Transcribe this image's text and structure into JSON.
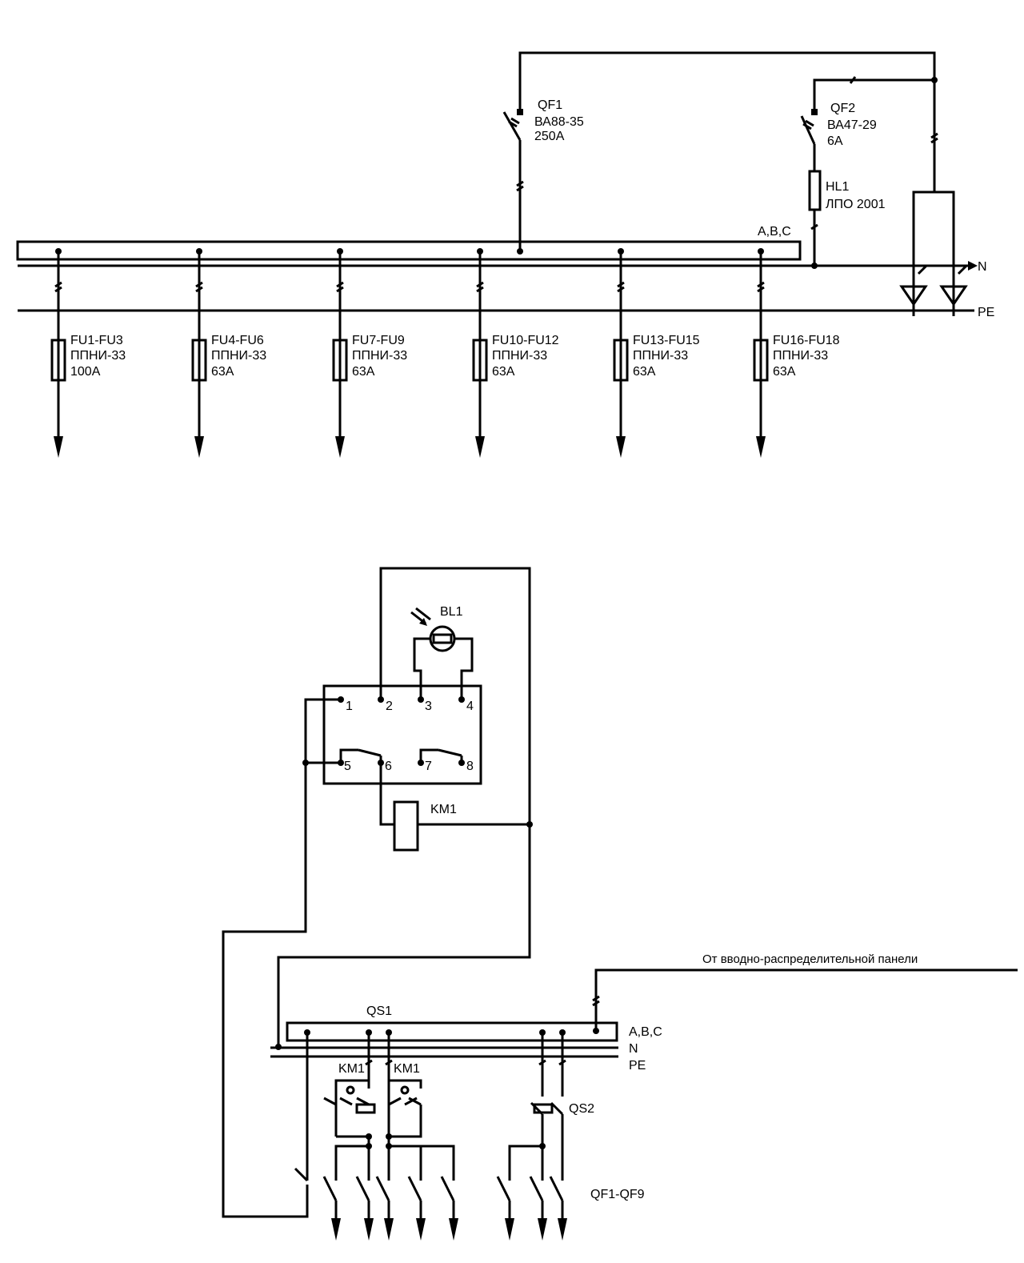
{
  "top": {
    "qf1": {
      "name": "QF1",
      "type": "ВА88-35",
      "rating": "250А"
    },
    "qf2": {
      "name": "QF2",
      "type": "ВА47-29",
      "rating": "6А"
    },
    "hl1": {
      "name": "HL1",
      "type": "ЛПО 2001"
    },
    "bus_label": "A,B,C",
    "n_label": "N",
    "pe_label": "PE",
    "feeders": [
      {
        "name": "FU1-FU3",
        "type": "ППНИ-33",
        "rating": "100А"
      },
      {
        "name": "FU4-FU6",
        "type": "ППНИ-33",
        "rating": "63А"
      },
      {
        "name": "FU7-FU9",
        "type": "ППНИ-33",
        "rating": "63А"
      },
      {
        "name": "FU10-FU12",
        "type": "ППНИ-33",
        "rating": "63А"
      },
      {
        "name": "FU13-FU15",
        "type": "ППНИ-33",
        "rating": "63А"
      },
      {
        "name": "FU16-FU18",
        "type": "ППНИ-33",
        "rating": "63А"
      }
    ]
  },
  "bottom": {
    "bl1": "BL1",
    "terminals": [
      "1",
      "2",
      "3",
      "4",
      "5",
      "6",
      "7",
      "8"
    ],
    "km1_coil": "KM1",
    "source_label": "От вводно-распределительной панели",
    "qs1": "QS1",
    "bus_label": "A,B,C",
    "n_label": "N",
    "pe_label": "PE",
    "km1_a": "KM1",
    "km1_b": "KM1",
    "qs2": "QS2",
    "qf_group": "QF1-QF9"
  }
}
